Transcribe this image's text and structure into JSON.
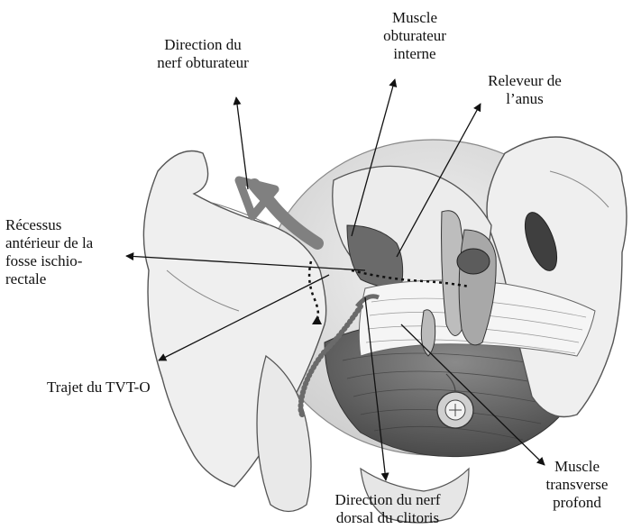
{
  "labels": {
    "nerf_obturateur": "Direction du\nnerf obturateur",
    "muscle_obturateur": "Muscle\nobturateur\ninterne",
    "releveur": "Releveur de\nl’anus",
    "recessus": "Récessus\nantérieur de la\nfosse ischio-\nrectale",
    "trajet": "Trajet du TVT-O",
    "transverse": "Muscle\ntransverse\nprofond",
    "nerf_dorsal": "Direction du nerf\ndorsal du clitoris"
  },
  "colors": {
    "bone": "#eeeeee",
    "bone_stroke": "#5a5a5a",
    "muscle_dark": "#6f6f6f",
    "membrane": "#f4f4f4",
    "arrow_gray": "#7a7a7a",
    "line": "#111111"
  }
}
